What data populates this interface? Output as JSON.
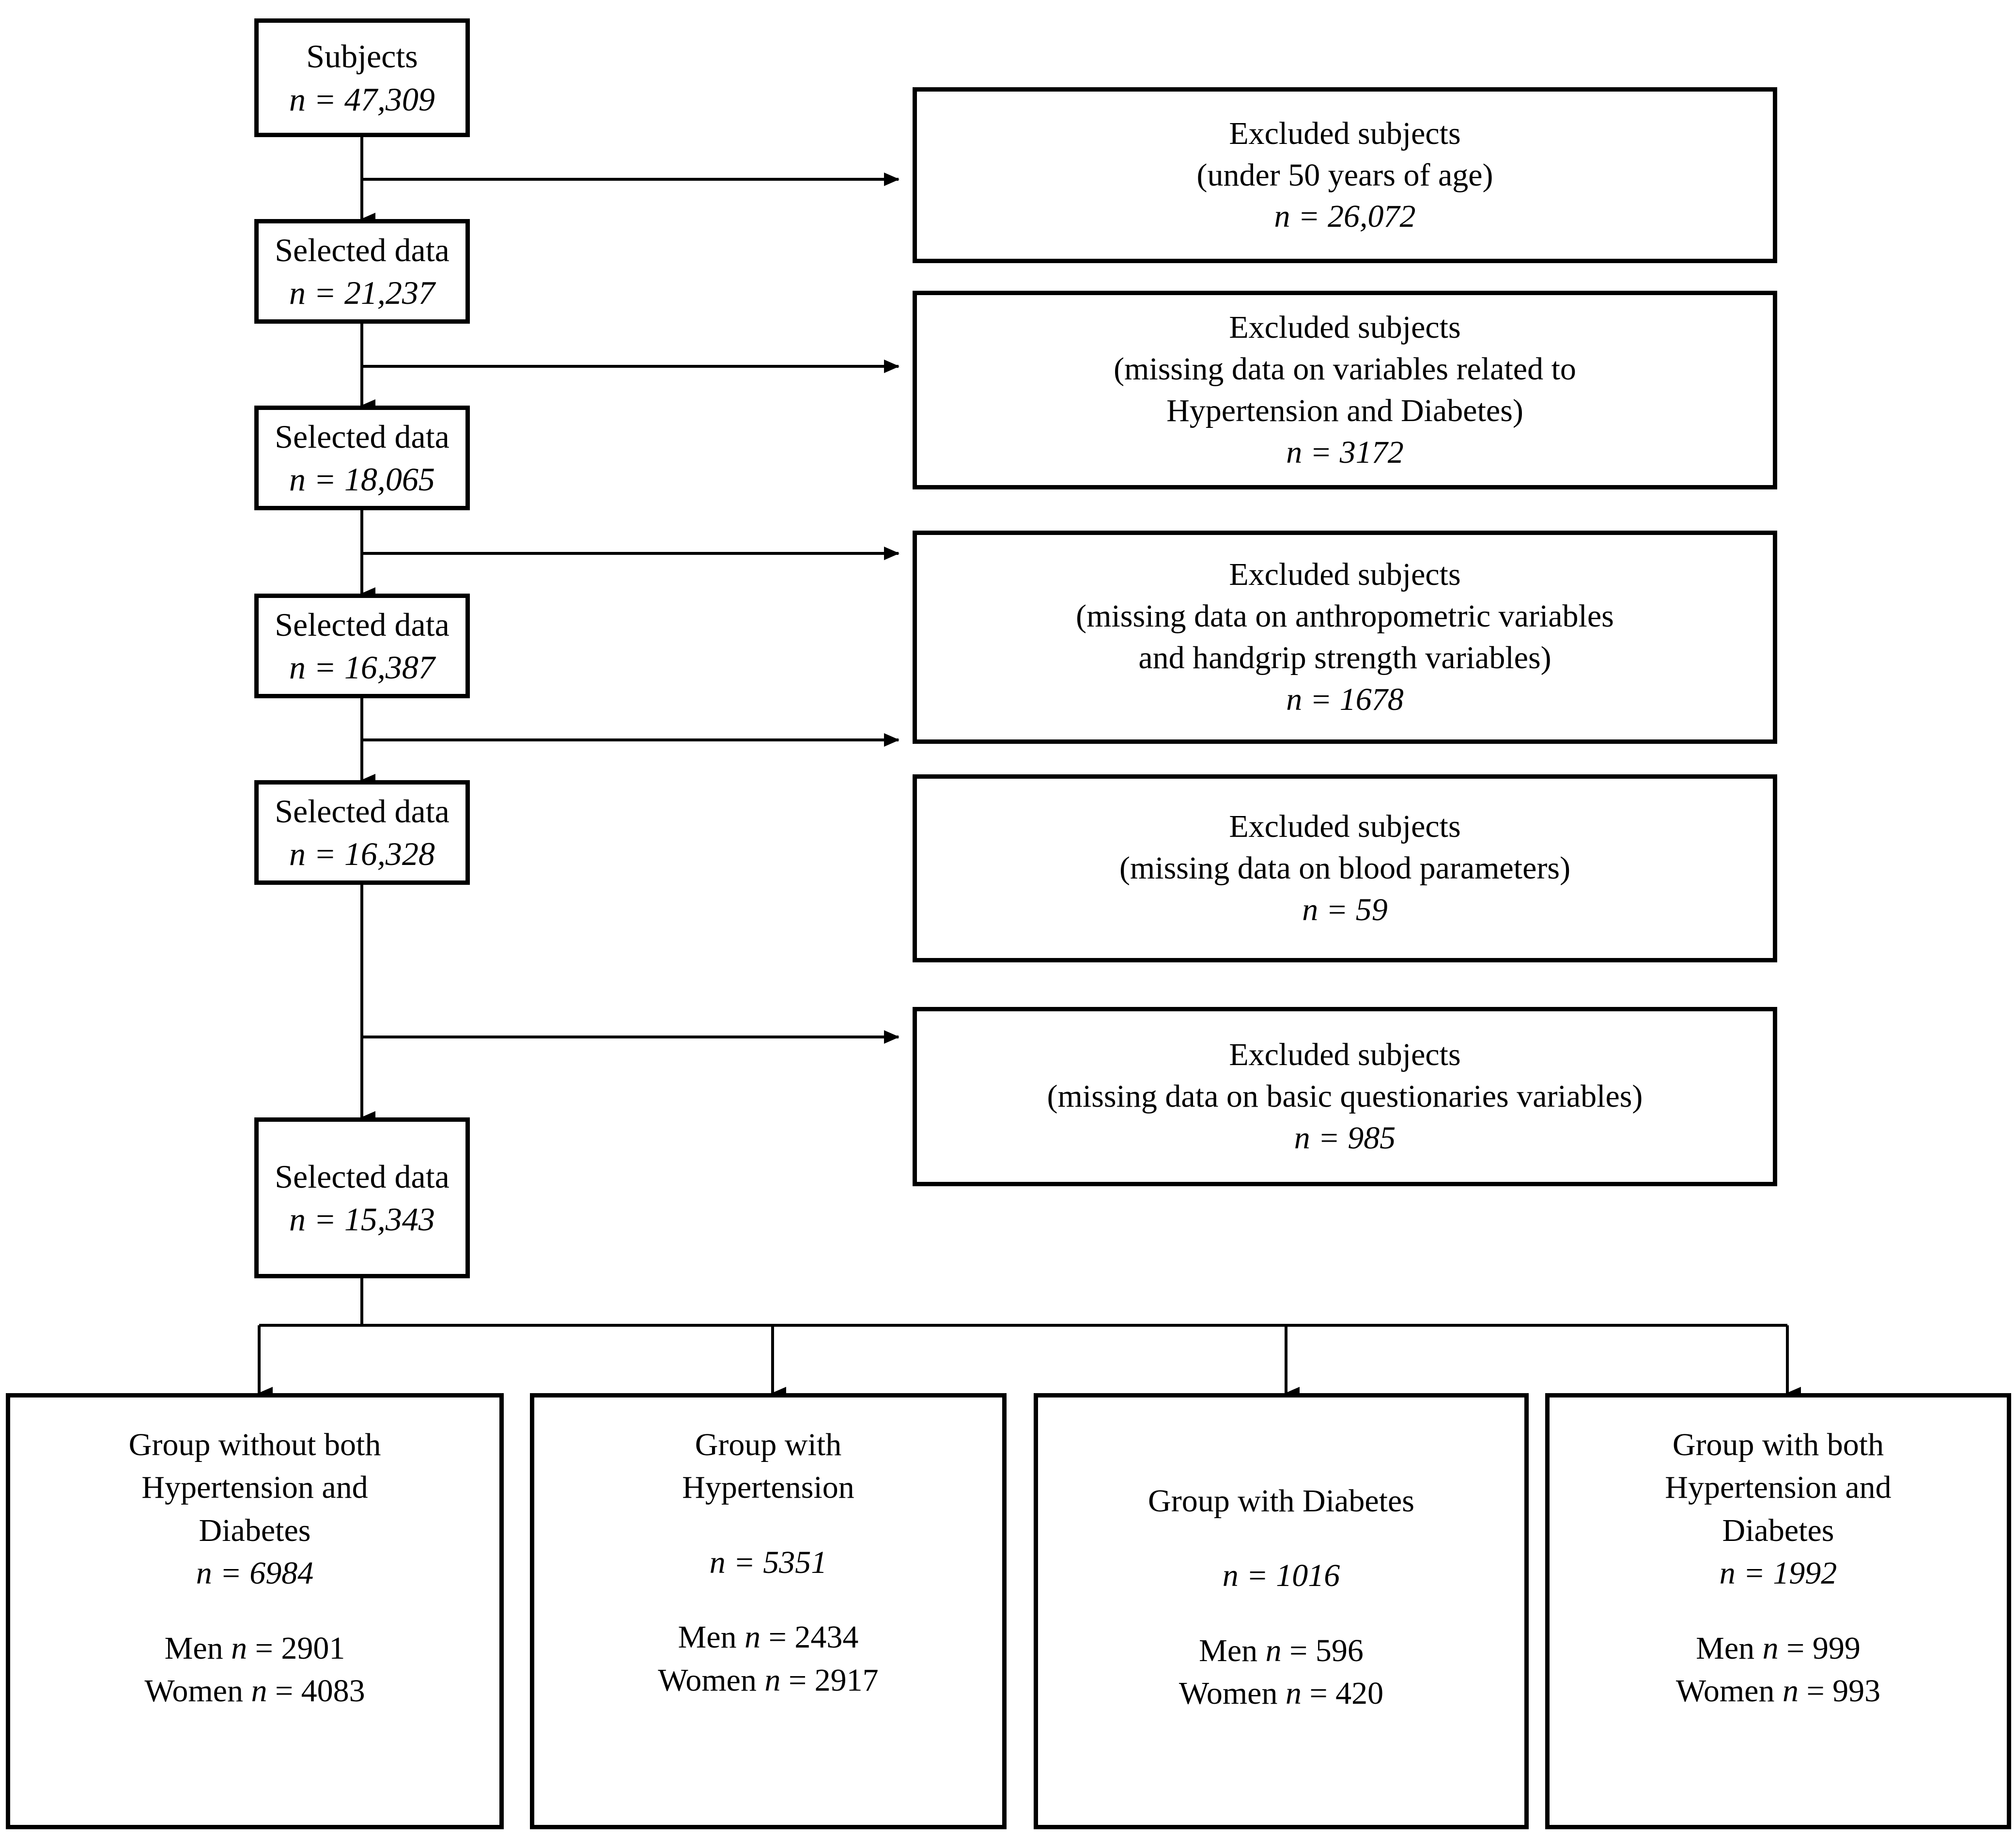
{
  "diagram": {
    "type": "study-flow-diagram",
    "orientation": "vertical",
    "n_label": "n"
  },
  "flow": {
    "nodes": [
      {
        "id": "subjects",
        "title": "Subjects",
        "count": "n = 47,309"
      },
      {
        "id": "selected_1",
        "title": "Selected data",
        "count": "n = 21,237"
      },
      {
        "id": "selected_2",
        "title": "Selected data",
        "count": "n = 18,065"
      },
      {
        "id": "selected_3",
        "title": "Selected data",
        "count": "n = 16,387"
      },
      {
        "id": "selected_4",
        "title": "Selected data",
        "count": "n = 16,328"
      },
      {
        "id": "selected_5",
        "title": "Selected data",
        "count": "n = 15,343"
      }
    ]
  },
  "exclusions": [
    {
      "id": "excl_1",
      "title": "Excluded subjects",
      "reason_lines": [
        "(under 50 years of age)"
      ],
      "count": "n = 26,072"
    },
    {
      "id": "excl_2",
      "title": "Excluded subjects",
      "reason_lines": [
        "(missing data on variables related to",
        "Hypertension and Diabetes)"
      ],
      "count": "n = 3172"
    },
    {
      "id": "excl_3",
      "title": "Excluded subjects",
      "reason_lines": [
        "(missing data on anthropometric variables",
        "and handgrip strength variables)"
      ],
      "count": "n = 1678"
    },
    {
      "id": "excl_4",
      "title": "Excluded subjects",
      "reason_lines": [
        "(missing data on blood parameters)"
      ],
      "count": "n = 59"
    },
    {
      "id": "excl_5",
      "title": "Excluded subjects",
      "reason_lines": [
        "(missing data on basic questionaries variables)"
      ],
      "count": "n = 985"
    }
  ],
  "groups": [
    {
      "id": "group_none",
      "title_lines": [
        "Group without both",
        "Hypertension and",
        "Diabetes"
      ],
      "count": "n = 6984",
      "men": "Men n = 2901",
      "women": "Women n = 4083"
    },
    {
      "id": "group_hypertension",
      "title_lines": [
        "Group with",
        "Hypertension"
      ],
      "count": "n = 5351",
      "men": "Men n = 2434",
      "women": "Women n = 2917"
    },
    {
      "id": "group_diabetes",
      "title_lines": [
        "Group with Diabetes"
      ],
      "count": "n = 1016",
      "men": "Men n = 596",
      "women": "Women n = 420"
    },
    {
      "id": "group_both",
      "title_lines": [
        "Group with both",
        "Hypertension and",
        "Diabetes"
      ],
      "count": "n = 1992",
      "men": "Men n = 999",
      "women": "Women n = 993"
    }
  ],
  "colors": {
    "stroke": "#000000",
    "fill": "#ffffff",
    "text": "#000000"
  }
}
